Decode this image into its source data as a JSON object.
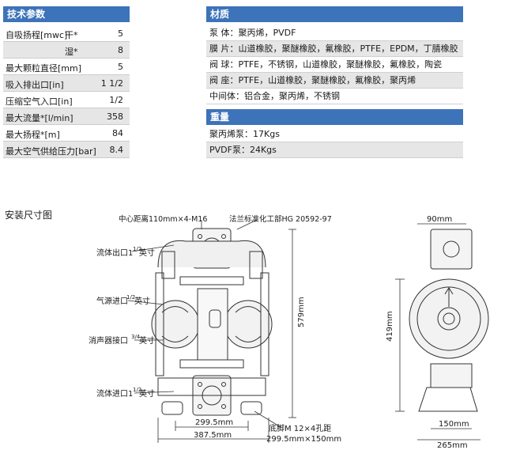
{
  "tech": {
    "title": "技术参数",
    "rows": [
      {
        "label": "自吸扬程[mwc]",
        "sub": "干*",
        "value": "5"
      },
      {
        "label": "",
        "sub": "湿*",
        "value": "8"
      },
      {
        "label": "最大颗粒直径[mm]",
        "sub": "",
        "value": "5"
      },
      {
        "label": "吸入排出口[in]",
        "sub": "",
        "value": "1 1/2"
      },
      {
        "label": "压缩空气入口[in]",
        "sub": "",
        "value": "1/2"
      },
      {
        "label": "最大流量*[l/min]",
        "sub": "",
        "value": "358"
      },
      {
        "label": "最大扬程*[m]",
        "sub": "",
        "value": "84"
      },
      {
        "label": "最大空气供给压力[bar]",
        "sub": "",
        "value": "8.4"
      }
    ]
  },
  "material": {
    "title": "材质",
    "rows": [
      "泵 体：聚丙烯，PVDF",
      "膜 片：山道橡胶，聚醚橡胶，氟橡胶，PTFE，EPDM，丁腈橡胶",
      "阀 球：PTFE，不锈钢，山道橡胶，聚醚橡胶，氟橡胶，陶瓷",
      "阀 座：PTFE，山道橡胶，聚醚橡胶，氟橡胶，聚丙烯",
      "中间体：铝合金，聚丙烯，不锈钢"
    ]
  },
  "weight": {
    "title": "重量",
    "rows": [
      "聚丙烯泵：17Kgs",
      "PVDF泵：24Kgs"
    ]
  },
  "install": {
    "title": "安装尺寸图",
    "labels": {
      "center_distance": "中心距离110mm×4-M16",
      "flange_std": "法兰标准化工部HG 20592-97",
      "outlet": "流体出口1",
      "outlet_frac": "1/2",
      "outlet_unit": "英寸",
      "air_inlet": "气源进口",
      "air_frac": "1/2",
      "air_unit": "英寸",
      "muffler": "消声器接口",
      "muffler_frac": "3/4",
      "muffler_unit": "英寸",
      "inlet": "流体进口1",
      "inlet_frac": "1/2",
      "inlet_unit": "英寸",
      "height": "579mm",
      "width_inner": "299.5mm",
      "width_outer": "387.5mm",
      "foot": "底脚M 12×4孔距",
      "foot_dim": "299.5mm×150mm",
      "side_top": "90mm",
      "side_height": "419mm",
      "side_base": "150mm",
      "side_total": "265mm"
    }
  }
}
